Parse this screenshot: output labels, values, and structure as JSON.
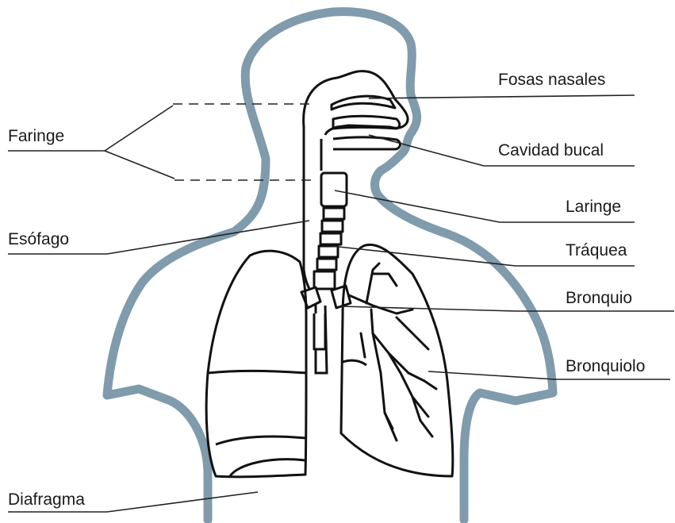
{
  "labels": {
    "fosas_nasales": "Fosas nasales",
    "cavidad_bucal": "Cavidad bucal",
    "faringe": "Faringe",
    "laringe": "Laringe",
    "esofago": "Esófago",
    "traquea": "Tráquea",
    "bronquio": "Bronquio",
    "bronquiolo": "Bronquiolo",
    "diafragma": "Diafragma"
  },
  "colors": {
    "body_outline": "#7f9bac",
    "organ_stroke": "#111111",
    "leader_line": "#222222"
  }
}
